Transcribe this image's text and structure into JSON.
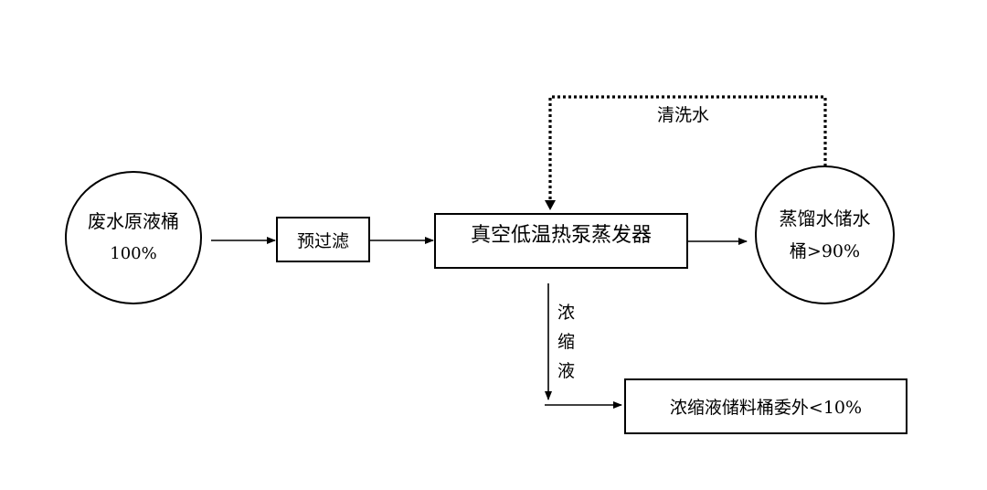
{
  "nodes": {
    "raw_tank": {
      "line1": "废水原液桶",
      "line2": "100%"
    },
    "prefilter": {
      "label": "预过滤"
    },
    "evaporator": {
      "label": "真空低温热泵蒸发器"
    },
    "distilled_tank": {
      "line1": "蒸馏水储水",
      "line2": "桶>90%"
    },
    "concentrate_tank": {
      "label": "浓缩液储料桶委外<10%"
    }
  },
  "edges": {
    "wash_water": {
      "label": "清洗水"
    },
    "concentrate": {
      "chars": [
        "浓",
        "缩",
        "液"
      ]
    }
  }
}
